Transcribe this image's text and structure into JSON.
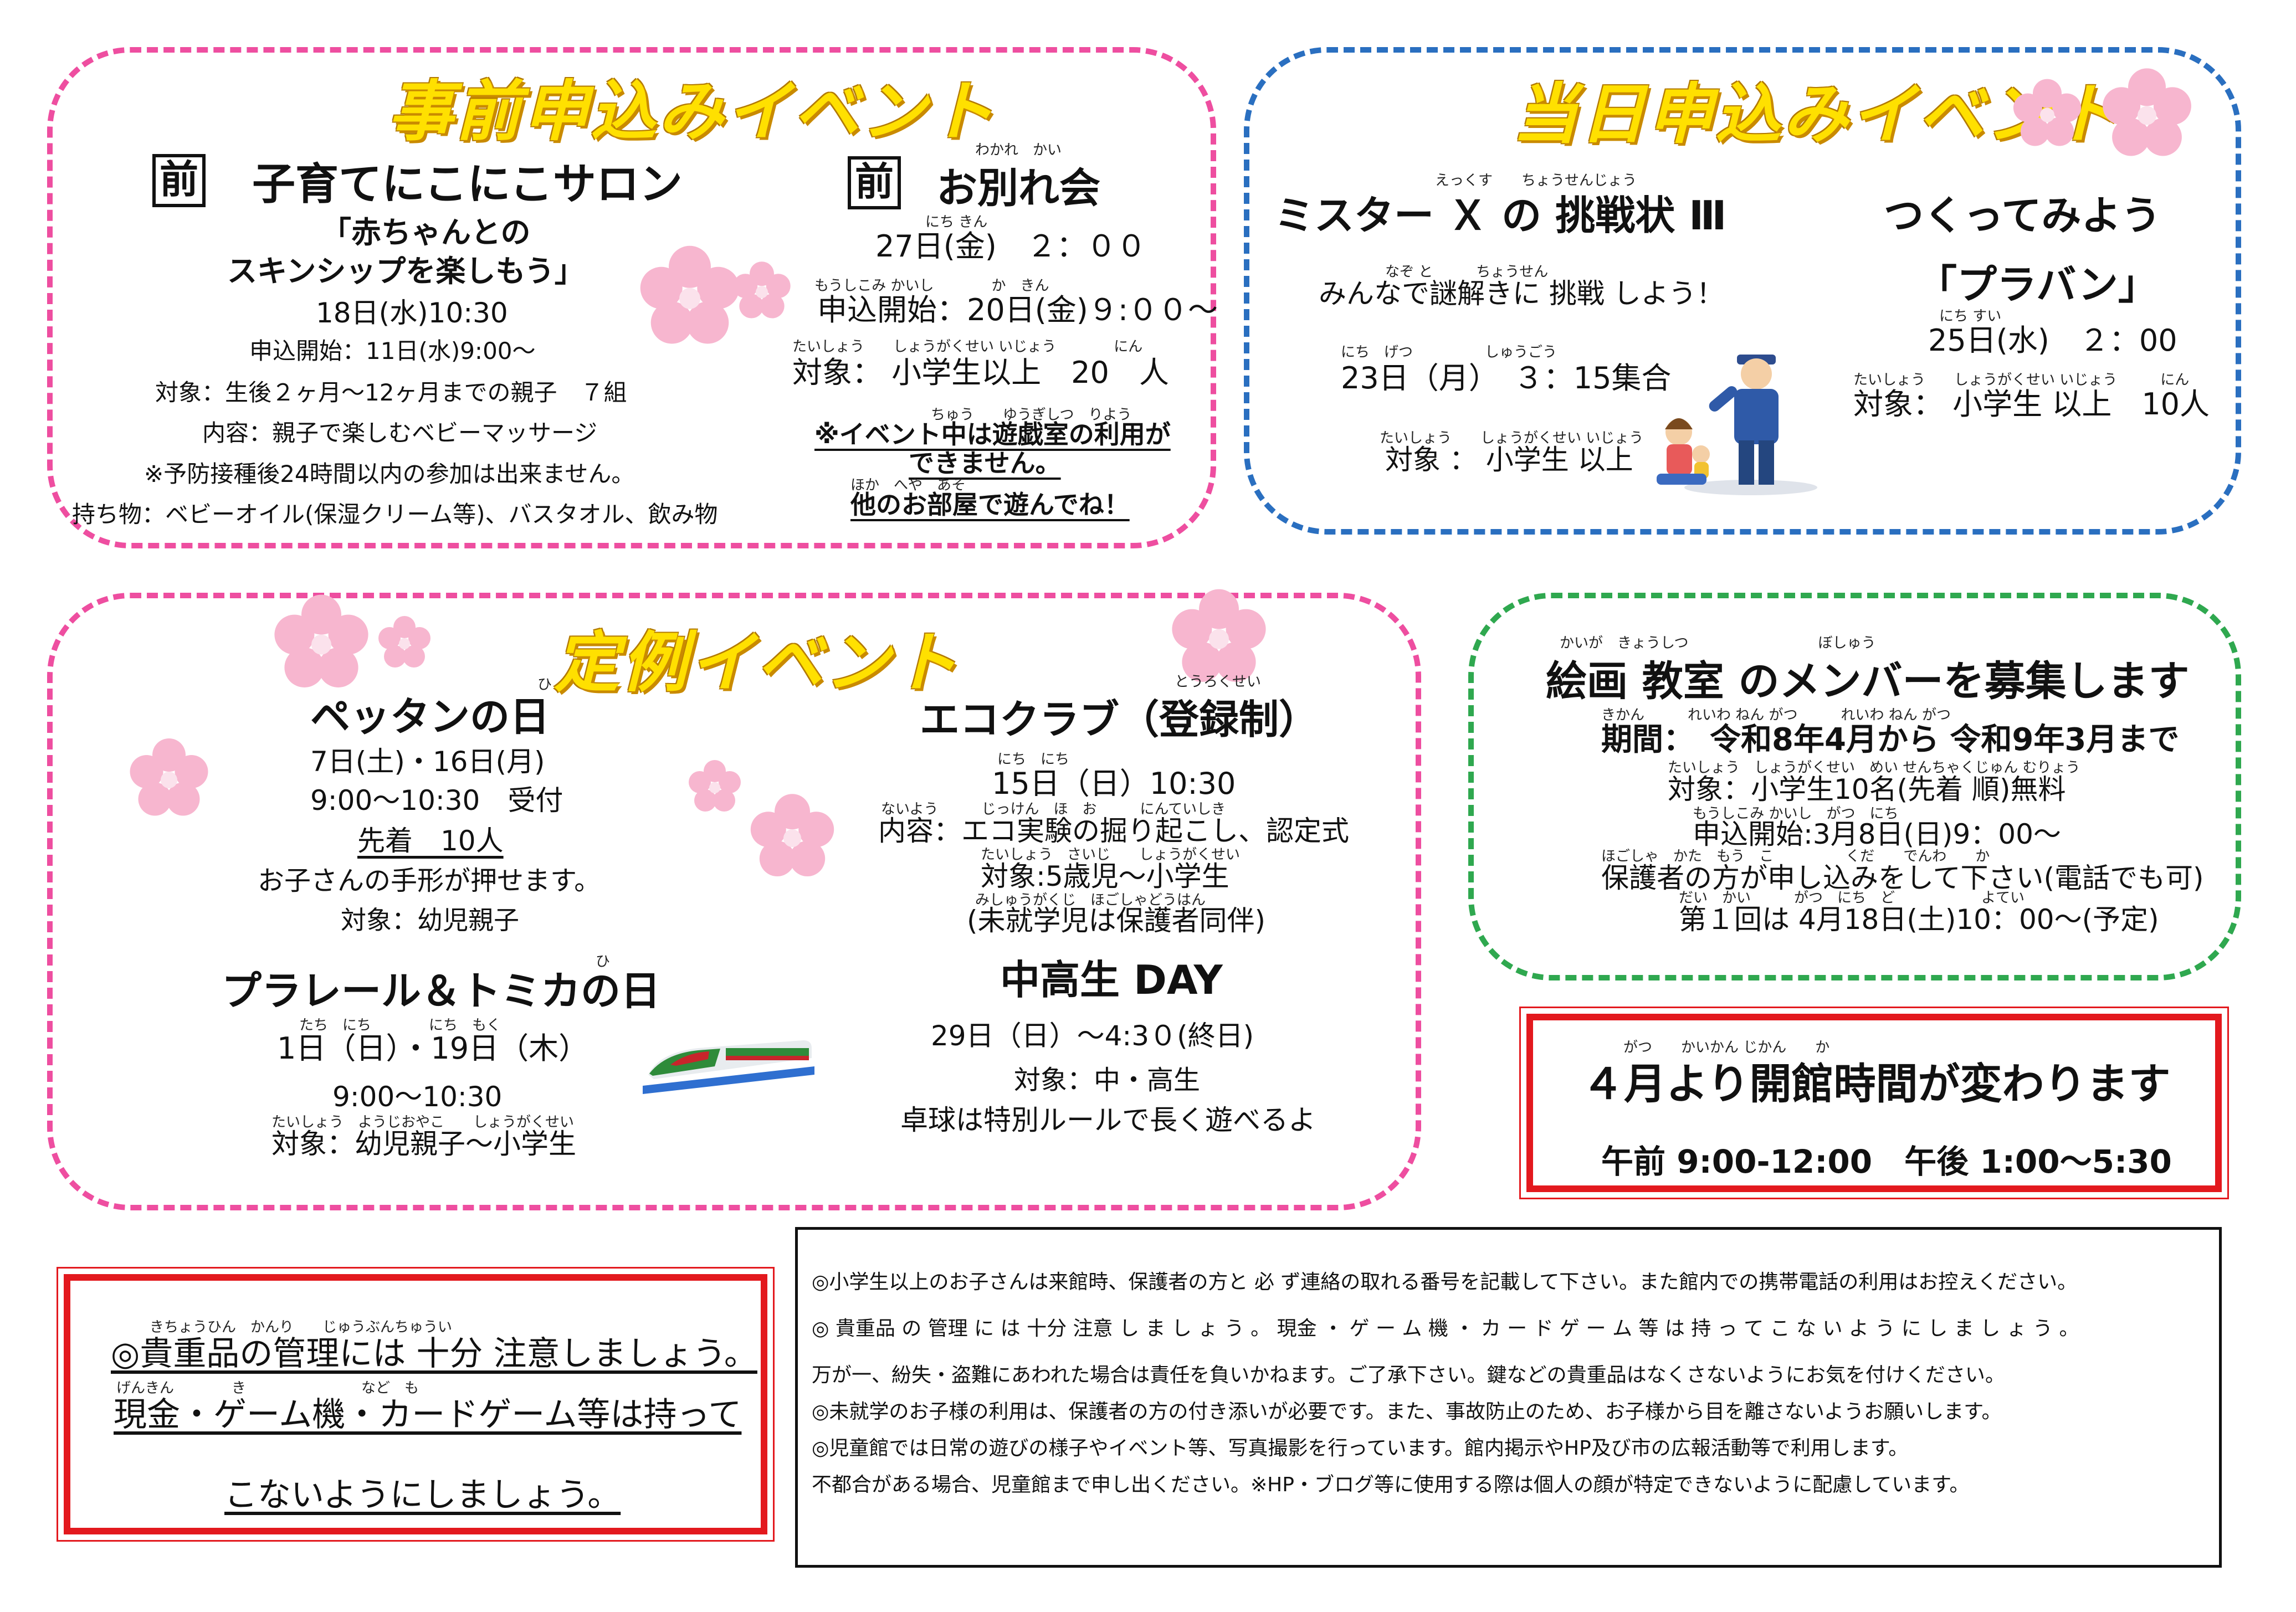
{
  "sections": {
    "advance": {
      "title": "事前申込みイベント",
      "salon": {
        "mark": "前",
        "title": "子育てにこにこサロン",
        "sub1": "「赤ちゃんとの",
        "sub2": "スキンシップを楽しもう」",
        "date": "18日(水)10:30",
        "apply": "申込開始：11日(水)9:00～",
        "target": "対象：生後２ヶ月～12ヶ月までの親子　７組",
        "content": "内容：親子で楽しむベビーマッサージ",
        "note": "※予防接種後24時間以内の参加は出来ません。",
        "items": "持ち物：ベビーオイル(保湿クリーム等)、バスタオル、飲み物"
      },
      "farewell": {
        "mark": "前",
        "title": "お別れ会",
        "ruby_title": "わかれ　かい",
        "date": "27日(金)　２：００",
        "ruby_date": "にち きん",
        "apply": "申込開始：20日(金)９:００～",
        "ruby_apply": "もうしこみ かいし　　　　か　きん",
        "target": "対象： 小学生以上　20　人",
        "ruby_target": "たいしょう　　しょうがくせい いじょう　　　　にん",
        "note1": "※イベント中は遊戯室の利用が",
        "note2": "できません。",
        "note3": "他のお部屋で遊んでね！",
        "ruby_note1": "ちゅう　　ゆうぎしつ　りよう",
        "ruby_note3": "ほか　へや　あそ"
      }
    },
    "sameday": {
      "title": "当日申込みイベント",
      "mrx": {
        "title": "ミスター Ｘ の 挑戦状 Ⅲ",
        "ruby_title": "えっくす　　ちょうせんじょう",
        "desc": "みんなで謎解きに 挑戦 しよう！",
        "ruby_desc": "なぞ と　　　ちょうせん",
        "date": "23日（月）　３：15集合",
        "ruby_date": "にち　げつ　　　　　しゅうごう",
        "target": "対象 ： 小学生 以上",
        "ruby_target": "たいしょう　　しょうがくせい いじょう"
      },
      "plaban": {
        "title": "つくってみよう",
        "name": "「プラバン」",
        "date": "25日(水)　２：00",
        "ruby_date": "にち すい",
        "target": "対象： 小学生 以上　10人",
        "ruby_target": "たいしょう　　しょうがくせい いじょう　　　にん"
      }
    },
    "regular": {
      "title": "定例イベント",
      "pettan": {
        "title": "ペッタンの日",
        "ruby_title": "ひ",
        "date": "7日(土)・16日(月)",
        "time": "9:00～10:30　受付",
        "first": "先着　10人",
        "desc": "お子さんの手形が押せます。",
        "target": "対象：幼児親子"
      },
      "plarail": {
        "title": "プラレール＆トミカの日",
        "ruby_title": "ひ",
        "date": "1日（日）・19日（木）",
        "ruby_date": "たち　にち　　　　にち　もく",
        "time": "9:00～10:30",
        "target": "対象：幼児親子～小学生",
        "ruby_target": "たいしょう　ようじおやこ　　しょうがくせい"
      },
      "eco": {
        "title": "エコクラブ（登録制）",
        "ruby_title": "とうろくせい",
        "date": "15日（日）10:30",
        "ruby_date": "にち　にち",
        "content": "内容：エコ実験の掘り起こし、認定式",
        "ruby_content": "ないよう　　　じっけん　ほ　お　　　にんていしき",
        "target": "対象:5歳児～小学生",
        "ruby_target": "たいしょう　さいじ　　しょうがくせい",
        "note": "(未就学児は保護者同伴)",
        "ruby_note": "みしゅうがくじ　ほごしゃどうはん"
      },
      "teen": {
        "title": "中高生 DAY",
        "date": "29日（日）～4:3０(終日)",
        "target": "対象：中・高生",
        "desc": "卓球は特別ルールで長く遊べるよ"
      }
    },
    "art": {
      "title": "絵画 教室 のメンバーを募集します",
      "ruby_title": "かいが　きょうしつ　　　　　　　　　ぼしゅう",
      "period": "期間：　令和8年4月から 令和9年3月まで",
      "ruby_period": "きかん　　　れいわ ねん がつ　　　れいわ ねん がつ",
      "target": "対象：小学生10名(先着 順)無料",
      "ruby_target": "たいしょう　しょうがくせい　めい せんちゃくじゅん むりょう",
      "apply": "申込開始:3月8日(日)9：00～",
      "ruby_apply": "もうしこみ かいし　がつ　にち",
      "guardian": "保護者の方が申し込みをして下さい(電話でも可)",
      "ruby_guardian": "ほごしゃ　かた　もう　こ　　　　　くだ　　でんわ　　か",
      "first": "第１回は 4月18日(土)10：00～(予定)",
      "ruby_first": "だい　かい　　　がつ　にち　ど　　　　　　よてい"
    },
    "hours": {
      "title": "４月より開館時間が変わります",
      "ruby_title": "がつ　　かいかん じかん　　か",
      "times": "午前 9:00-12:00　午後 1:00～5:30"
    },
    "valuables": {
      "line1": "◎貴重品の管理には 十分 注意しましょう。",
      "ruby_line1": "きちょうひん　かんり　　じゅうぶんちゅうい",
      "line2": "現金・ゲーム機・カードゲーム等は持って",
      "ruby_line2": "げんきん　　　　き　　　　　　　　など　も",
      "line3": "こないようにしましょう。"
    },
    "notes": {
      "lines": [
        "◎小学生以上のお子さんは来館時、保護者の方と 必 ず連絡の取れる番号を記載して下さい。また館内での携帯電話の利用はお控えください。",
        "◎ 貴重品 の 管理 に は 十分 注意 し ま し ょ う 。 現金 ・ ゲ ー ム 機 ・ カ ー ド ゲ ー ム 等 は 持 っ て こ な い よ う に し ま し ょ う 。",
        "万が一、紛失・盗難にあわれた場合は責任を負いかねます。ご了承下さい。鍵などの貴重品はなくさないようにお気を付けください。",
        "◎未就学のお子様の利用は、保護者の方の付き添いが必要です。また、事故防止のため、お子様から目を離さないようお願いします。",
        "◎児童館では日常の遊びの様子やイベント等、写真撮影を行っています。館内掲示やHP及び市の広報活動等で利用します。",
        "不都合がある場合、児童館まで申し出ください。※HP・ブログ等に使用する際は個人の顔が特定できないように配慮しています。"
      ]
    }
  },
  "colors": {
    "pink_border": "#ee4ea0",
    "blue_border": "#2a6fc0",
    "green_border": "#2fa84f",
    "red_border": "#e3191e",
    "heading_yellow": "#ffe000",
    "flower": "#f7b6cf"
  },
  "icons": [
    "flower-icon",
    "train-icon",
    "guide-illustration"
  ]
}
